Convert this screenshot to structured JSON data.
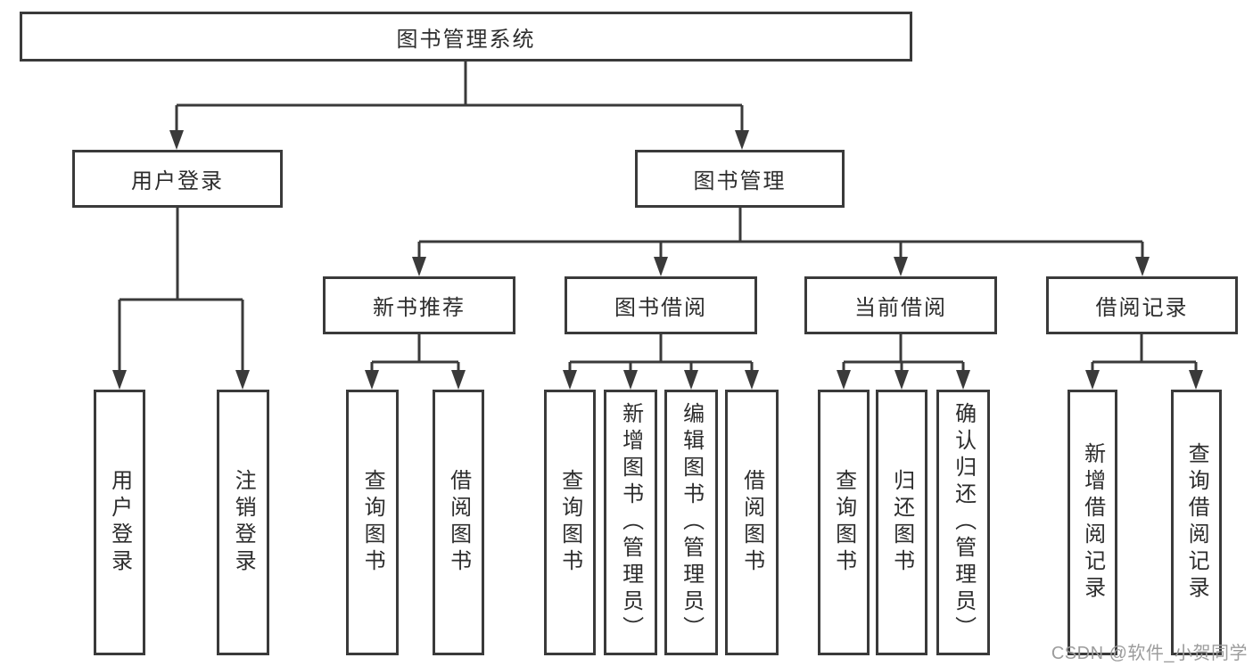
{
  "tree": {
    "label": "图书管理系统",
    "children": [
      {
        "label": "用户登录",
        "children": [
          {
            "label": "用户登录"
          },
          {
            "label": "注销登录"
          }
        ]
      },
      {
        "label": "图书管理",
        "children": [
          {
            "label": "新书推荐",
            "children": [
              {
                "label": "查询图书"
              },
              {
                "label": "借阅图书"
              }
            ]
          },
          {
            "label": "图书借阅",
            "children": [
              {
                "label": "查询图书"
              },
              {
                "label": "新增图书（管理员）"
              },
              {
                "label": "编辑图书（管理员）"
              },
              {
                "label": "借阅图书"
              }
            ]
          },
          {
            "label": "当前借阅",
            "children": [
              {
                "label": "查询图书"
              },
              {
                "label": "归还图书"
              },
              {
                "label": "确认归还（管理员）"
              }
            ]
          },
          {
            "label": "借阅记录",
            "children": [
              {
                "label": "新增借阅记录"
              },
              {
                "label": "查询借阅记录"
              }
            ]
          }
        ]
      }
    ]
  },
  "watermark": {
    "text": "CSDN @软件_小贺同学"
  },
  "colors": {
    "line": "#3a3a3a",
    "box_border": "#3a3a3a",
    "text": "#2d2d2d",
    "watermark": "#9c9c9c",
    "background": "#ffffff"
  }
}
